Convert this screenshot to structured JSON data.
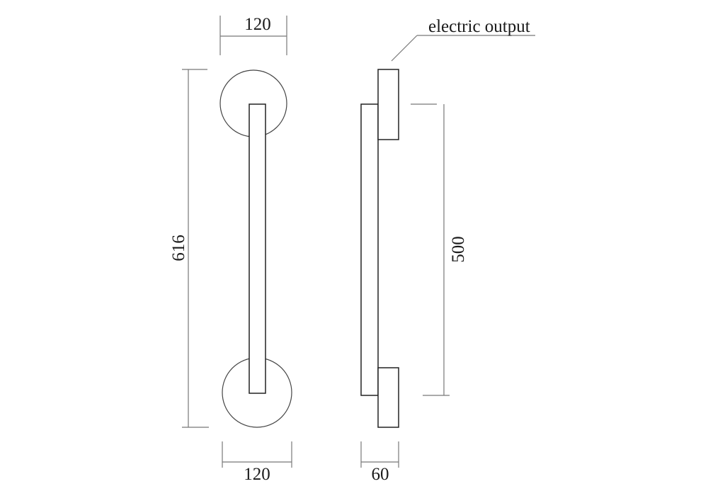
{
  "diagram": {
    "front_view": {
      "top_width_label": "120",
      "bottom_width_label": "120",
      "height_label": "616"
    },
    "side_view": {
      "depth_label": "60",
      "rod_length_label": "500",
      "callout": "electric output"
    },
    "colors": {
      "line": "#222222",
      "dimension": "#777777",
      "background": "#ffffff"
    }
  }
}
